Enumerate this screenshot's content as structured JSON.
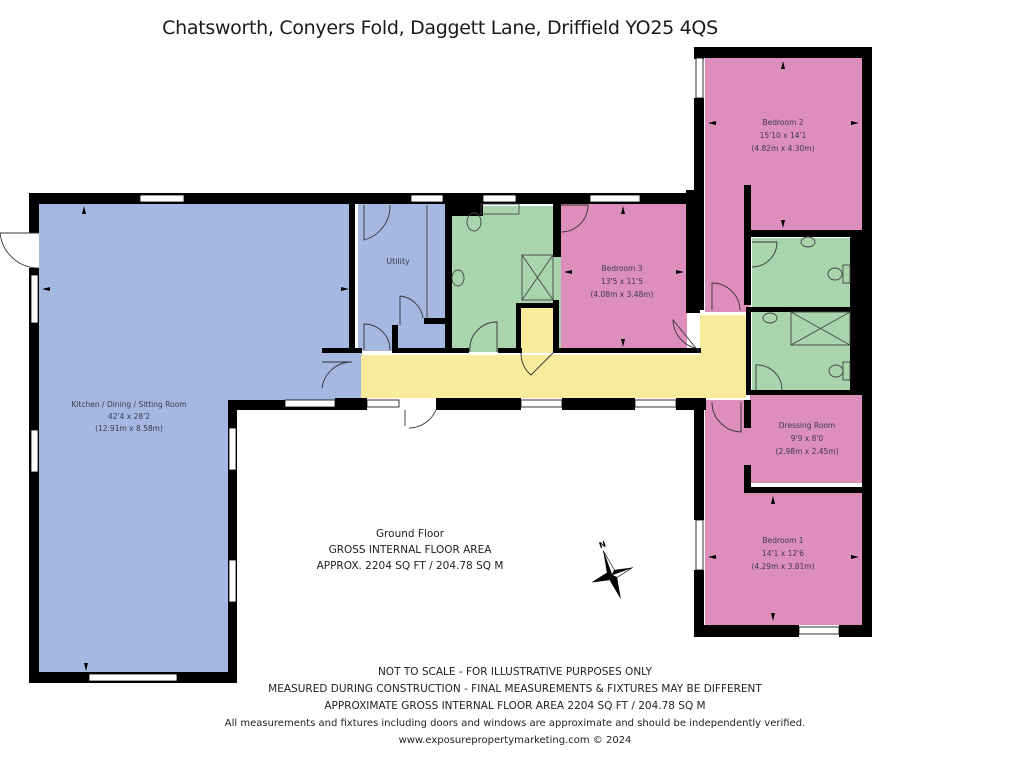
{
  "header": {
    "title": "Chatsworth, Conyers Fold, Daggett Lane, Driffield YO25 4QS"
  },
  "colors": {
    "living": "#a4b8e2",
    "bedroom": "#de8ebc",
    "bathroom": "#a9d5ad",
    "hallway": "#f8eb9c",
    "wall": "#000000",
    "window": "#ffffff"
  },
  "rooms": [
    {
      "id": "kitchen",
      "name": "Kitchen / Dining / Sitting Room",
      "imperial": "42'4 x 28'2",
      "metric": "(12.91m x 8.58m)"
    },
    {
      "id": "utility",
      "name": "Utility",
      "imperial": "",
      "metric": ""
    },
    {
      "id": "bedroom3",
      "name": "Bedroom 3",
      "imperial": "13'5 x 11'5",
      "metric": "(4.08m x 3.48m)"
    },
    {
      "id": "bedroom2",
      "name": "Bedroom 2",
      "imperial": "15'10 x 14'1",
      "metric": "(4.82m x 4.30m)"
    },
    {
      "id": "dressing",
      "name": "Dressing Room",
      "imperial": "9'9 x 8'0",
      "metric": "(2.98m x 2.45m)"
    },
    {
      "id": "bedroom1",
      "name": "Bedroom 1",
      "imperial": "14'1 x 12'6",
      "metric": "(4.29m x 3.81m)"
    }
  ],
  "floor_info": {
    "floor": "Ground Floor",
    "gia_label": "GROSS INTERNAL FLOOR AREA",
    "gia_value": "APPROX. 2204 SQ FT / 204.78 SQ M"
  },
  "compass": {
    "label": "N"
  },
  "footer": {
    "line1": "NOT TO SCALE - FOR ILLUSTRATIVE PURPOSES ONLY",
    "line2": "MEASURED DURING CONSTRUCTION - FINAL MEASUREMENTS & FIXTURES MAY BE DIFFERENT",
    "line3": "APPROXIMATE GROSS INTERNAL FLOOR AREA 2204 SQ FT / 204.78 SQ M",
    "line4": "All measurements and fixtures including doors and windows are approximate and should be independently verified.",
    "line5": "www.exposurepropertymarketing.com © 2024"
  }
}
